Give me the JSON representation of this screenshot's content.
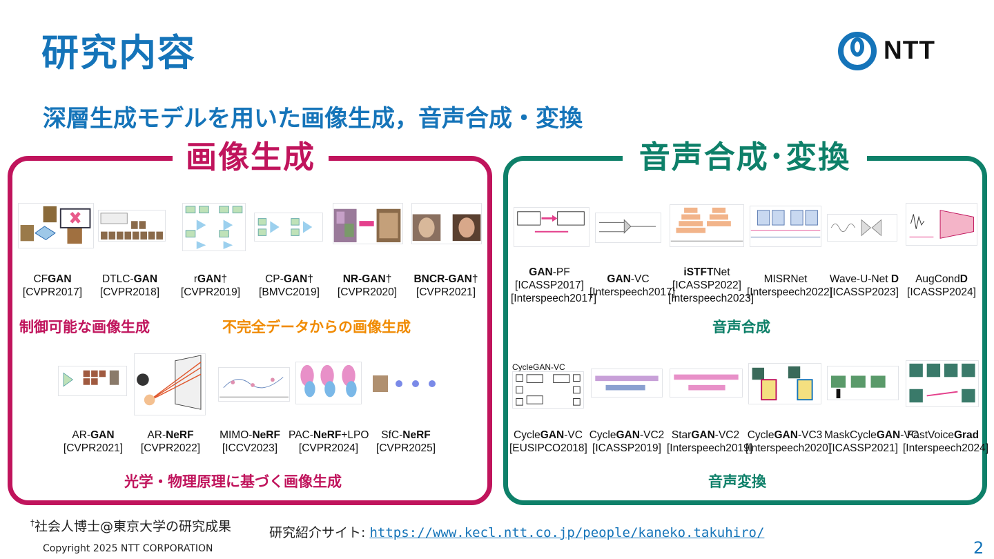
{
  "title": "研究内容",
  "logo_text": "NTT",
  "subtitle": "深層生成モデルを用いた画像生成，音声合成・変換",
  "image_panel": {
    "title": "画像生成",
    "row1_items": [
      {
        "pre": "CF",
        "bold": "GAN",
        "post": "",
        "venue": "[CVPR2017]"
      },
      {
        "pre": "DTLC-",
        "bold": "GAN",
        "post": "",
        "venue": "[CVPR2018]"
      },
      {
        "pre": "r",
        "bold": "GAN",
        "post": "†",
        "venue": "[CVPR2019]"
      },
      {
        "pre": "CP-",
        "bold": "GAN",
        "post": "†",
        "venue": "[BMVC2019]"
      },
      {
        "pre": "",
        "bold": "NR-GAN",
        "post": "†",
        "venue": "[CVPR2020]"
      },
      {
        "pre": "",
        "bold": "BNCR-GAN",
        "post": "†",
        "venue": "[CVPR2021]"
      }
    ],
    "category_controllable": "制御可能な画像生成",
    "category_incomplete": "不完全データからの画像生成",
    "row2_items": [
      {
        "pre": "AR-",
        "bold": "GAN",
        "post": "",
        "venue": "[CVPR2021]"
      },
      {
        "pre": "AR-",
        "bold": "NeRF",
        "post": "",
        "venue": "[CVPR2022]"
      },
      {
        "pre": "MIMO-",
        "bold": "NeRF",
        "post": "",
        "venue": "[ICCV2023]"
      },
      {
        "pre": "PAC-",
        "bold": "NeRF",
        "post": "+LPO",
        "venue": "[CVPR2024]"
      },
      {
        "pre": "SfC-",
        "bold": "NeRF",
        "post": "",
        "venue": "[CVPR2025]"
      }
    ],
    "category_optics": "光学・物理原理に基づく画像生成"
  },
  "speech_panel": {
    "title": "音声合成･変換",
    "row1_items": [
      {
        "pre": "",
        "bold": "GAN",
        "post": "-PF",
        "venue": "[ICASSP2017]",
        "venue2": "[Interspeech2017]"
      },
      {
        "pre": "",
        "bold": "GAN",
        "post": "-VC",
        "venue": "[Interspeech2017]",
        "venue2": ""
      },
      {
        "pre": "",
        "bold": "iSTFT",
        "post": "Net",
        "venue": "[ICASSP2022]",
        "venue2": "[Interspeech2023]"
      },
      {
        "pre": "MISRNet",
        "bold": "",
        "post": "",
        "venue": "[Interspeech2022]",
        "venue2": ""
      },
      {
        "pre": "Wave-U-Net ",
        "bold": "D",
        "post": "",
        "venue": "[ICASSP2023]",
        "venue2": ""
      },
      {
        "pre": "AugCond",
        "bold": "D",
        "post": "",
        "venue": "[ICASSP2024]",
        "venue2": ""
      }
    ],
    "category_synthesis": "音声合成",
    "row2_label": "CycleGAN-VC",
    "row2_items": [
      {
        "pre": "Cycle",
        "bold": "GAN",
        "post": "-VC",
        "venue": "[EUSIPCO2018]"
      },
      {
        "pre": "Cycle",
        "bold": "GAN",
        "post": "-VC2",
        "venue": "[ICASSP2019]"
      },
      {
        "pre": "Star",
        "bold": "GAN",
        "post": "-VC2",
        "venue": "[Interspeech2019]"
      },
      {
        "pre": "Cycle",
        "bold": "GAN",
        "post": "-VC3",
        "venue": "[Interspeech2020]"
      },
      {
        "pre": "MaskCycle",
        "bold": "GAN",
        "post": "-VC",
        "venue": "[ICASSP2021]"
      },
      {
        "pre": "FastVoice",
        "bold": "Grad",
        "post": "",
        "venue": "[Interspeech2024]"
      }
    ],
    "category_conversion": "音声変換"
  },
  "footnote": "社会人博士@東京大学の研究成果",
  "footnote_mark": "†",
  "site_label": "研究紹介サイト: ",
  "site_url": "https://www.kecl.ntt.co.jp/people/kaneko.takuhiro/",
  "copyright": "Copyright 2025 NTT CORPORATION",
  "page_number": "2",
  "colors": {
    "brand_blue": "#1574b9",
    "image_magenta": "#c0145c",
    "speech_green": "#0e8069",
    "incomplete_orange": "#f08a00"
  }
}
